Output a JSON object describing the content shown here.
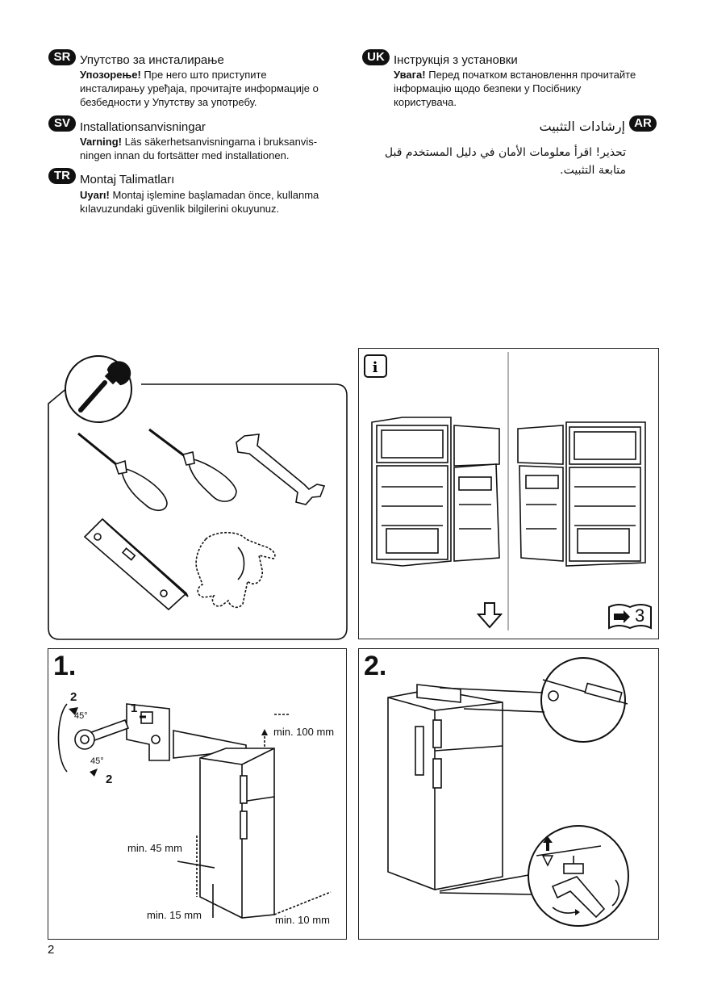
{
  "sections": {
    "sr": {
      "code": "SR",
      "title": "Упутство за инсталирање",
      "warning": "Упозорење!",
      "text": " Пре него што приступите\nинсталирању уређаја, прочитајте информације о\nбезбедности у Упутству за употребу."
    },
    "sv": {
      "code": "SV",
      "title": "Installationsanvisningar",
      "warning": "Varning!",
      "text": " Läs säkerhetsanvisningarna i bruksanvis-\nningen innan du fortsätter med installationen."
    },
    "tr": {
      "code": "TR",
      "title": "Montaj Talimatları",
      "warning": "Uyarı!",
      "text": " Montaj işlemine başlamadan önce, kullanma\nkılavuzundaki güvenlik bilgilerini okuyunuz."
    },
    "uk": {
      "code": "UK",
      "title": "Інструкція з установки",
      "warning": "Увага!",
      "text": " Перед початком встановлення прочитайте\nінформацію щодо безпеки у Посібнику\nкористувача."
    },
    "ar": {
      "code": "AR",
      "title": "إرشادات التثبيت",
      "text": "تحذير! اقرأ معلومات الأمان في دليل المستخدم قبل\nمتابعة التثبيت."
    }
  },
  "figures": {
    "door_panel": {
      "page_ref": "3"
    },
    "step1": {
      "number": "1.",
      "min_top": "min. 100 mm",
      "min_side": "min. 45 mm",
      "min_bottom": "min. 15 mm",
      "min_back": "min. 10 mm",
      "angle1": "45°",
      "angle2": "45°",
      "n2a": "2",
      "n1": "1",
      "n2b": "2"
    },
    "step2": {
      "number": "2."
    }
  },
  "page_number": "2",
  "icons": [
    "wrench-icon",
    "screwdriver-icon",
    "spanner-icon",
    "spirit-level-icon",
    "gloves-icon",
    "info-icon",
    "down-arrow-icon",
    "book-reference-icon"
  ]
}
